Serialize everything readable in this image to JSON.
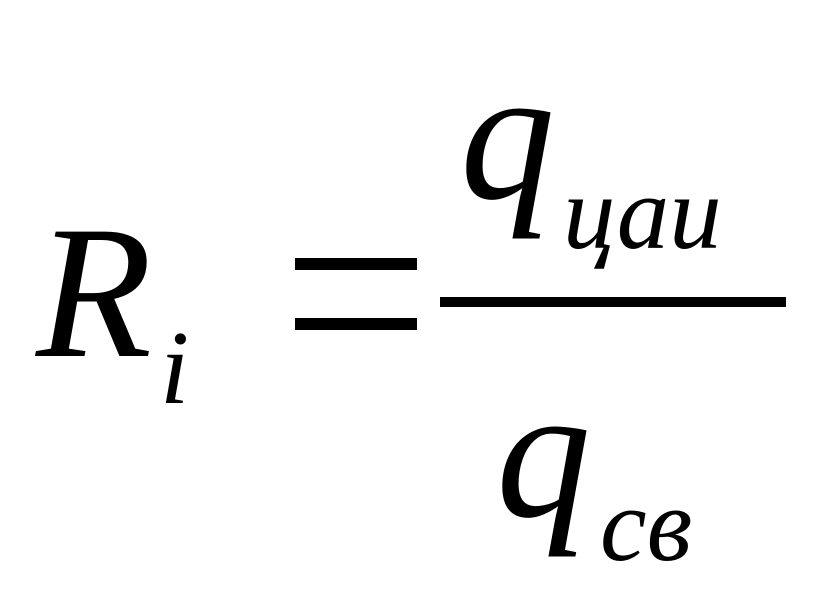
{
  "formula": {
    "lhs": {
      "symbol": "R",
      "subscript": "i"
    },
    "relation": "=",
    "rhs": {
      "numerator": {
        "symbol": "q",
        "subscript": "цаи"
      },
      "denominator": {
        "symbol": "q",
        "subscript": "св"
      }
    }
  }
}
